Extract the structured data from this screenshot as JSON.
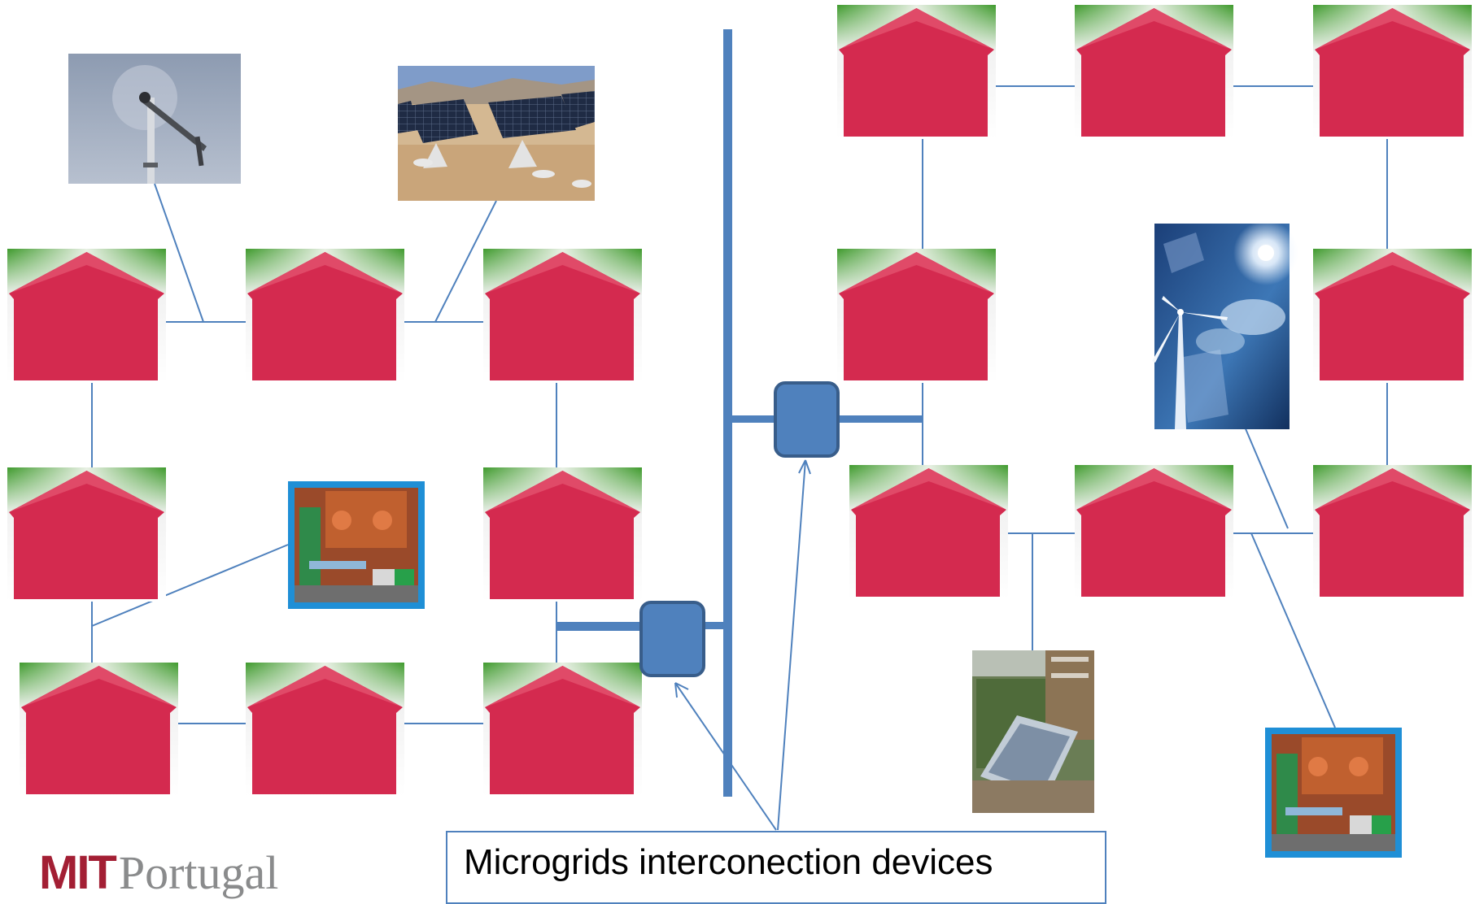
{
  "caption": "Microgrids interconection devices",
  "logo": {
    "part1": "MIT",
    "part2": "Portugal"
  },
  "houses": [
    {
      "id": "a1"
    },
    {
      "id": "a2"
    },
    {
      "id": "a3"
    },
    {
      "id": "a4"
    },
    {
      "id": "a5"
    },
    {
      "id": "a6"
    },
    {
      "id": "a7"
    },
    {
      "id": "a8"
    },
    {
      "id": "b1"
    },
    {
      "id": "b2"
    },
    {
      "id": "b3"
    },
    {
      "id": "b4"
    },
    {
      "id": "b5"
    },
    {
      "id": "b6"
    },
    {
      "id": "b7"
    },
    {
      "id": "b8"
    }
  ],
  "energy_sources": [
    "wind-turbine",
    "solar-panel-field",
    "diesel-generator",
    "wind-solar-illustration",
    "solar-thermal-collector",
    "diesel-generator"
  ],
  "colors": {
    "house": "#d42a4f",
    "house_roof": "#e04a68",
    "grass": "#3f9a2d",
    "line": "#4f81bd",
    "bus": "#4f81bd",
    "device_fill": "#4f81bd",
    "device_stroke": "#385d8a",
    "caption_border": "#4f81bd",
    "logo_mit": "#a31f34",
    "logo_portugal": "#8a8b8c"
  }
}
